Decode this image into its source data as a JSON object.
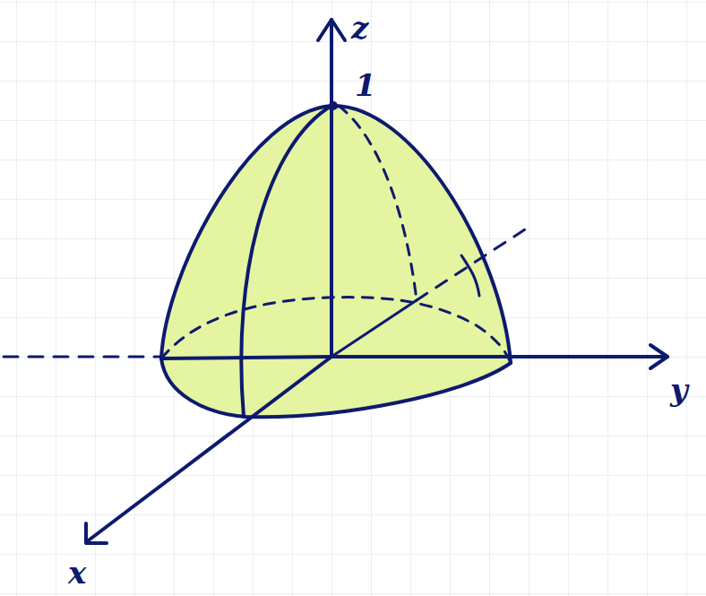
{
  "diagram": {
    "labels": [
      "z",
      "1",
      "y",
      "x"
    ]
  }
}
